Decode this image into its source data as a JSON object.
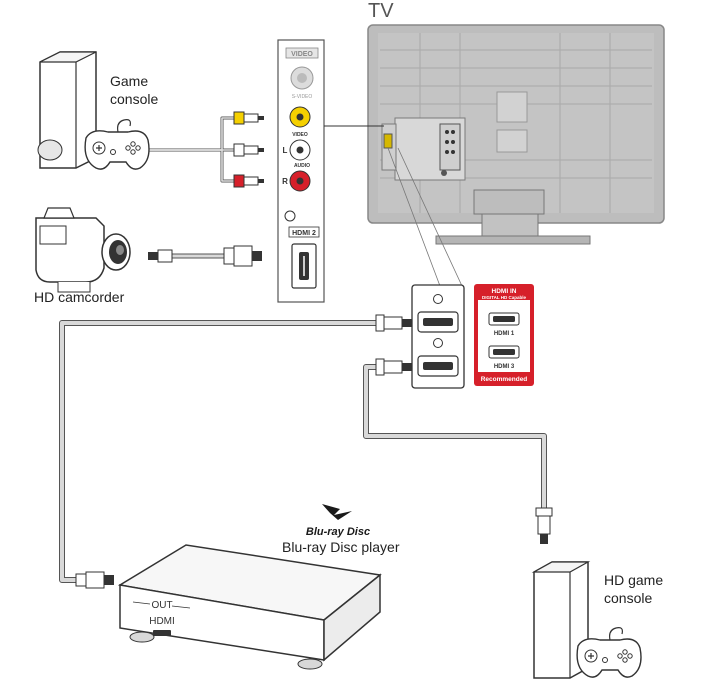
{
  "labels": {
    "tv": "TV",
    "game_console": [
      "Game",
      "console"
    ],
    "hd_camcorder": "HD camcorder",
    "bluray_brand": "Blu-ray Disc",
    "bluray_player": "Blu-ray Disc player",
    "hd_game_console": [
      "HD game",
      "console"
    ]
  },
  "side_panel": {
    "video_title": "VIDEO",
    "svideo": "S-VIDEO",
    "video": "VIDEO",
    "audio": "AUDIO",
    "left": "L",
    "right": "R",
    "hdmi2": "HDMI 2"
  },
  "hdmi_badge": {
    "title": "HDMI  IN",
    "subtitle": "DIGITAL HD Capable",
    "port1": "HDMI  1",
    "port3": "HDMI  3",
    "footer": "Recommended"
  },
  "player": {
    "out": "OUT",
    "hdmi": "HDMI"
  },
  "colors": {
    "cable": "#bdbdbd",
    "badge_red": "#d6202a",
    "rca_yellow": "#f5d000",
    "rca_red": "#d6202a",
    "tv_gray": "#b8b8b8"
  },
  "icons": [
    "game-controller-icon",
    "camcorder-icon",
    "bluray-disc-logo-icon",
    "hdmi-port-icon",
    "rca-plug-icon"
  ]
}
